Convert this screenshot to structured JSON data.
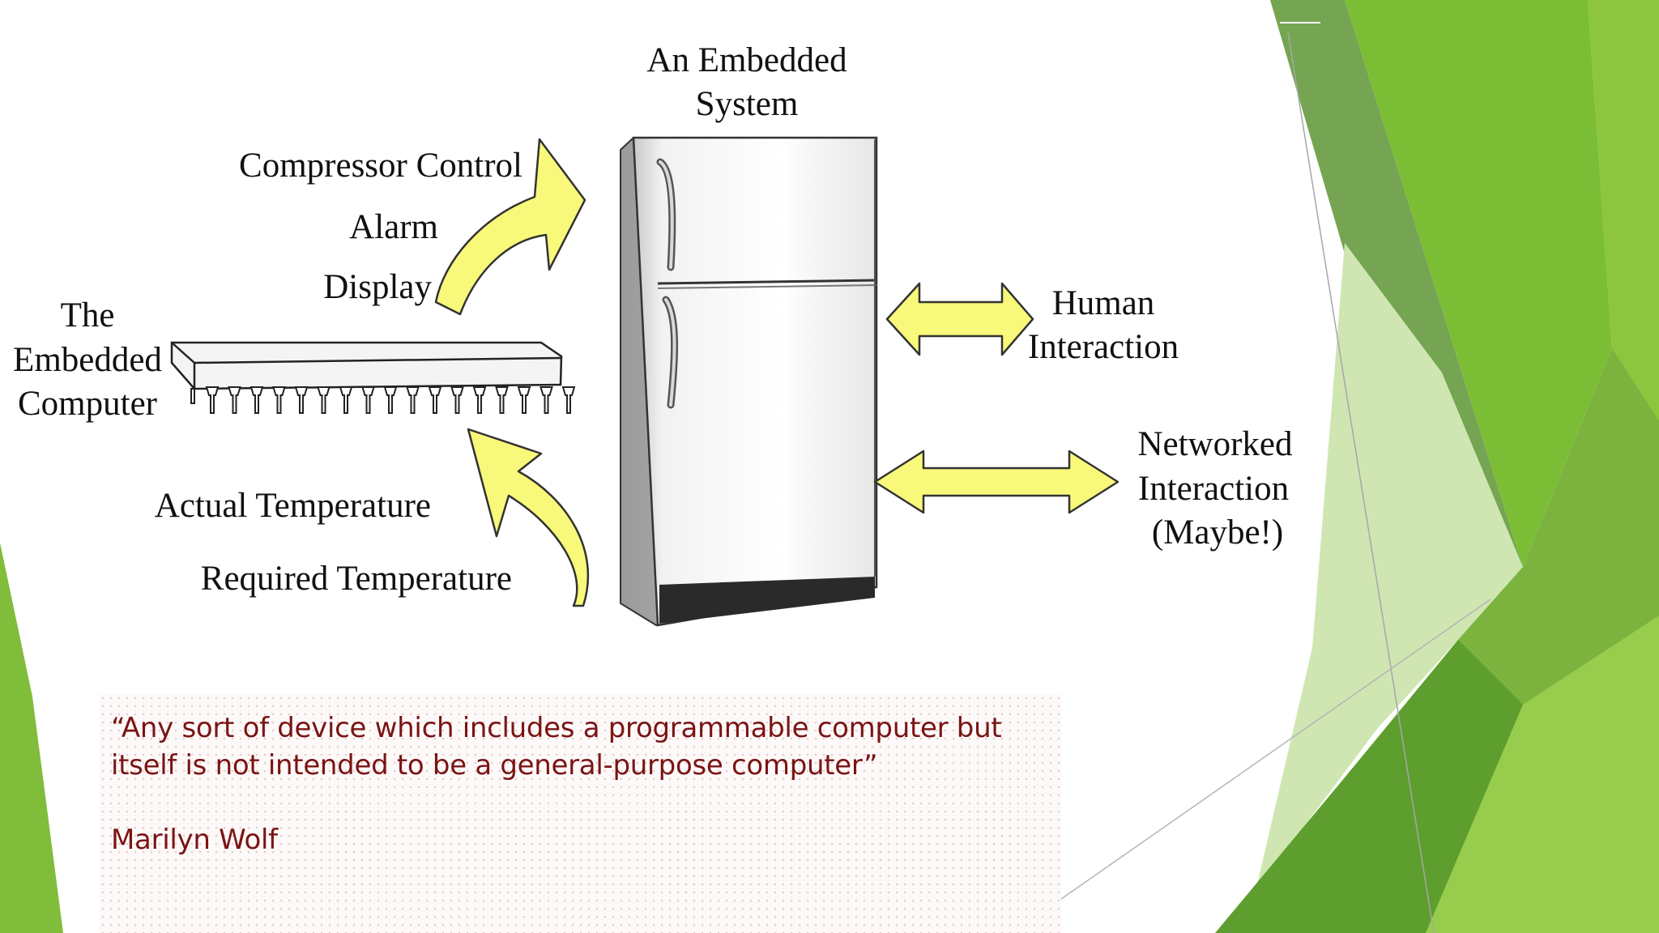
{
  "diagram": {
    "title_line1": "An Embedded",
    "title_line2": "System",
    "outputs": [
      "Compressor Control",
      "Alarm",
      "Display"
    ],
    "computer_line1": "The",
    "computer_line2": "Embedded",
    "computer_line3": "Computer",
    "inputs": [
      "Actual Temperature",
      "Required Temperature"
    ],
    "human_line1": "Human",
    "human_line2": "Interaction",
    "network_line1": "Networked",
    "network_line2": "Interaction",
    "network_line3": "(Maybe!)"
  },
  "quote": {
    "line1": "“Any sort of device which includes a programmable computer but",
    "line2": "itself is not intended to be a general-purpose computer”",
    "author": "Marilyn Wolf"
  },
  "colors": {
    "arrow_fill": "#f8f87a",
    "arrow_stroke": "#333333",
    "quote_text": "#7a1414",
    "green_dark": "#5a9a32",
    "green_bright": "#8cc63e",
    "green_light": "#c8e3a6"
  }
}
